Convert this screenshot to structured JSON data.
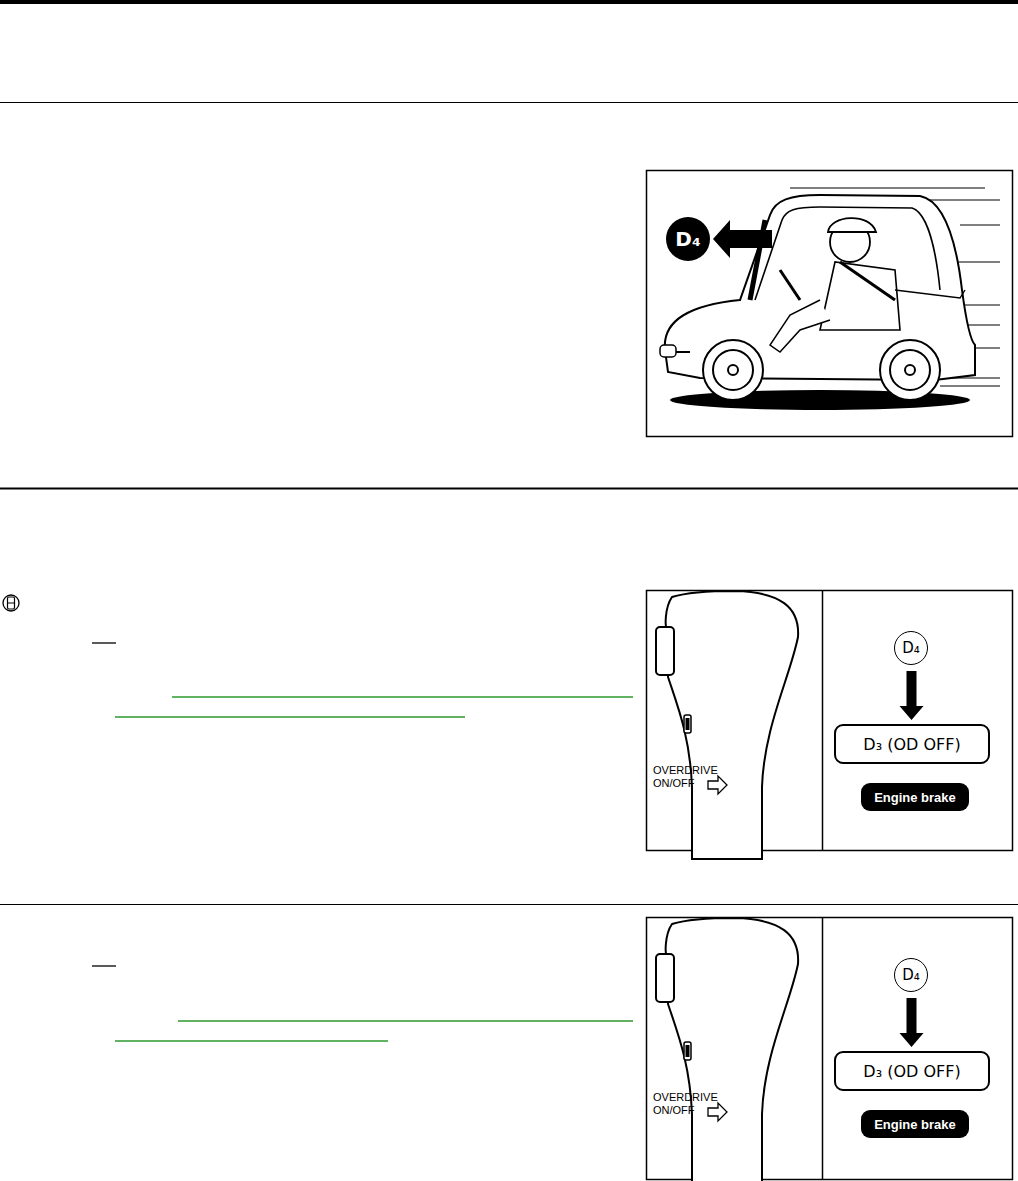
{
  "diagram": {
    "nodes": [
      {
        "text": [
          "D₄"
        ]
      },
      {
        "text": [
          "D₄"
        ]
      },
      {
        "text": [
          "D₃ (OD OFF)"
        ]
      },
      {
        "text": [
          "Engine brake"
        ]
      },
      {
        "text": [
          "D₄"
        ]
      },
      {
        "text": [
          "D₃ (OD OFF)"
        ]
      },
      {
        "text": [
          "Engine brake"
        ]
      }
    ],
    "edges": [
      {
        "from": 1,
        "to": 2,
        "arrow": "to"
      },
      {
        "from": 4,
        "to": 5,
        "arrow": "to"
      }
    ],
    "labels": [
      "OVERDRIVE ON/OFF",
      "OVERDRIVE ON/OFF"
    ]
  }
}
